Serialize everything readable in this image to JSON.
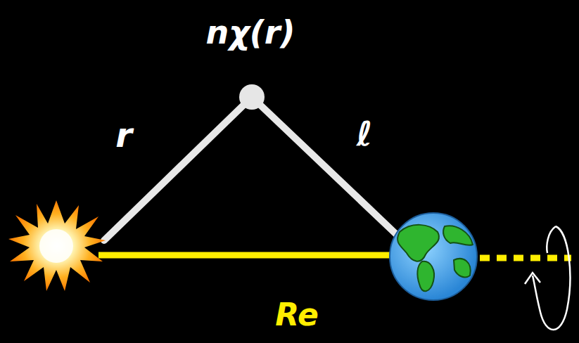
{
  "diagram": {
    "labels": [
      "nχ(r)",
      "r",
      "ℓ",
      "Re"
    ]
  }
}
